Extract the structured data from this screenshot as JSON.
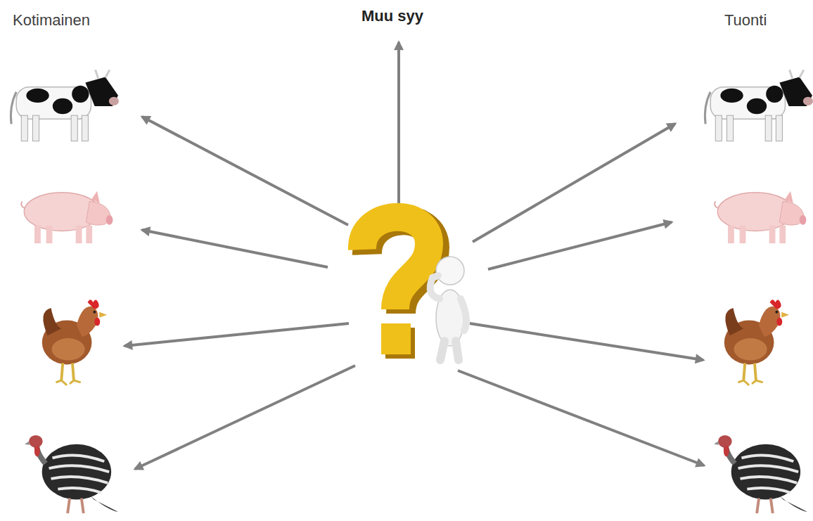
{
  "diagram": {
    "labels": [
      "Kotimainen",
      "Muu syy",
      "Tuonti"
    ]
  }
}
